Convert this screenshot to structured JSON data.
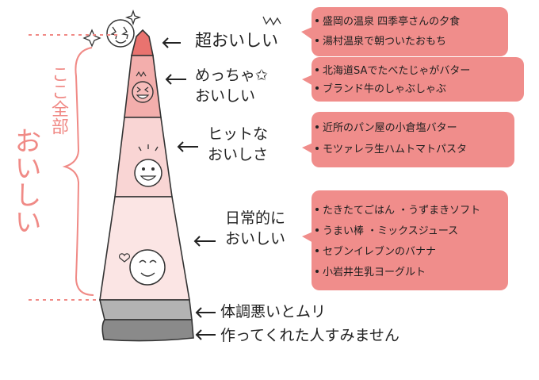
{
  "side_label": {
    "line1": "ここ全部",
    "line2": "おいしい"
  },
  "levels": [
    {
      "label_lines": [
        "超おいしい"
      ],
      "items": [
        "盛岡の温泉 四季亭さんの夕食",
        "湯村温泉で朝ついたおもち"
      ]
    },
    {
      "label_lines": [
        "めっちゃ✩",
        "おいしい"
      ],
      "items": [
        "北海道SAでたべたじゃがバター",
        "ブランド牛のしゃぶしゃぶ"
      ]
    },
    {
      "label_lines": [
        "ヒットな",
        "おいしさ"
      ],
      "items": [
        "近所のパン屋の小倉塩バター",
        "モツァレラ生ハムトマトパスタ"
      ]
    },
    {
      "label_lines": [
        "日常的に",
        "おいしい"
      ],
      "items": [
        "たきたてごはん ・うずまきソフト",
        "うまい棒 ・ミックスジュース",
        "セブンイレブンのバナナ",
        "小岩井生乳ヨーグルト"
      ]
    },
    {
      "label_lines": [
        "体調悪いとムリ"
      ],
      "items": []
    },
    {
      "label_lines": [
        "作ってくれた人すみません"
      ],
      "items": []
    }
  ],
  "colors": {
    "tier1": "#e9736f",
    "tier2": "#f3aeac",
    "tier3": "#f9d5d4",
    "tier4": "#fbe5e4",
    "tier5": "#b3b3b3",
    "tier6": "#8a8a8a",
    "box": "#f08d8b",
    "accent": "#f08a86",
    "ink": "#222222"
  },
  "icons": [
    "star-eyes-face-icon",
    "grinning-face-icon",
    "smiling-face-icon",
    "calm-smile-face-icon",
    "sparkle-icon",
    "heart-icon",
    "arrow-left-icon"
  ]
}
